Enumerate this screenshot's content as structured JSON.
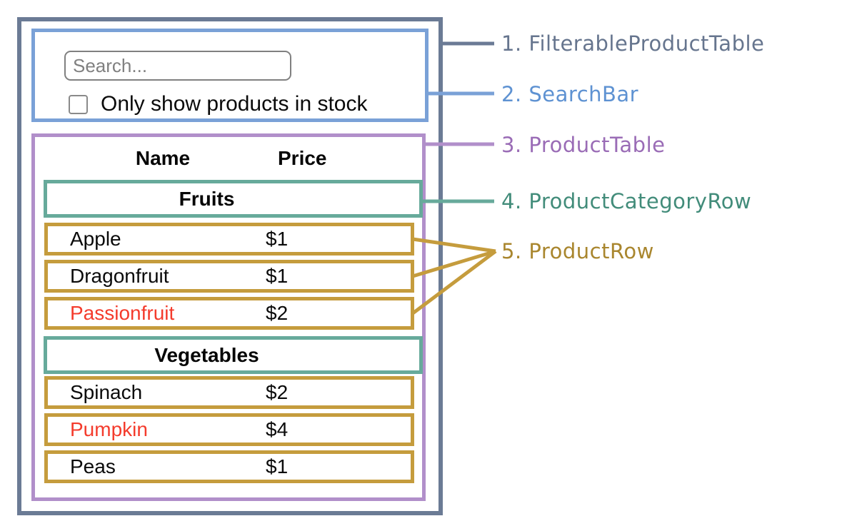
{
  "search_bar": {
    "input_placeholder": "Search...",
    "checkbox_label": "Only show products in stock",
    "checkbox_checked": false
  },
  "table": {
    "headers": {
      "name": "Name",
      "price": "Price"
    },
    "sections": [
      {
        "category": "Fruits",
        "rows": [
          {
            "name": "Apple",
            "price": "$1",
            "out_of_stock": false
          },
          {
            "name": "Dragonfruit",
            "price": "$1",
            "out_of_stock": false
          },
          {
            "name": "Passionfruit",
            "price": "$2",
            "out_of_stock": true
          }
        ]
      },
      {
        "category": "Vegetables",
        "rows": [
          {
            "name": "Spinach",
            "price": "$2",
            "out_of_stock": false
          },
          {
            "name": "Pumpkin",
            "price": "$4",
            "out_of_stock": true
          },
          {
            "name": "Peas",
            "price": "$1",
            "out_of_stock": false
          }
        ]
      }
    ]
  },
  "legend": {
    "items": [
      {
        "label": "1. FilterableProductTable",
        "color": "#66758e"
      },
      {
        "label": "2. SearchBar",
        "color": "#5e92d2"
      },
      {
        "label": "3. ProductTable",
        "color": "#9a6cb6"
      },
      {
        "label": "4. ProductCategoryRow",
        "color": "#428c7a"
      },
      {
        "label": "5. ProductRow",
        "color": "#a9862e"
      }
    ]
  },
  "colors": {
    "filterable_product_table_border": "#6b7b95",
    "search_bar_border": "#7aa1d7",
    "product_table_border": "#b18fca",
    "product_category_row_border": "#67aa9b",
    "product_row_border": "#c59c3d",
    "out_of_stock_text": "#f43b2c"
  }
}
